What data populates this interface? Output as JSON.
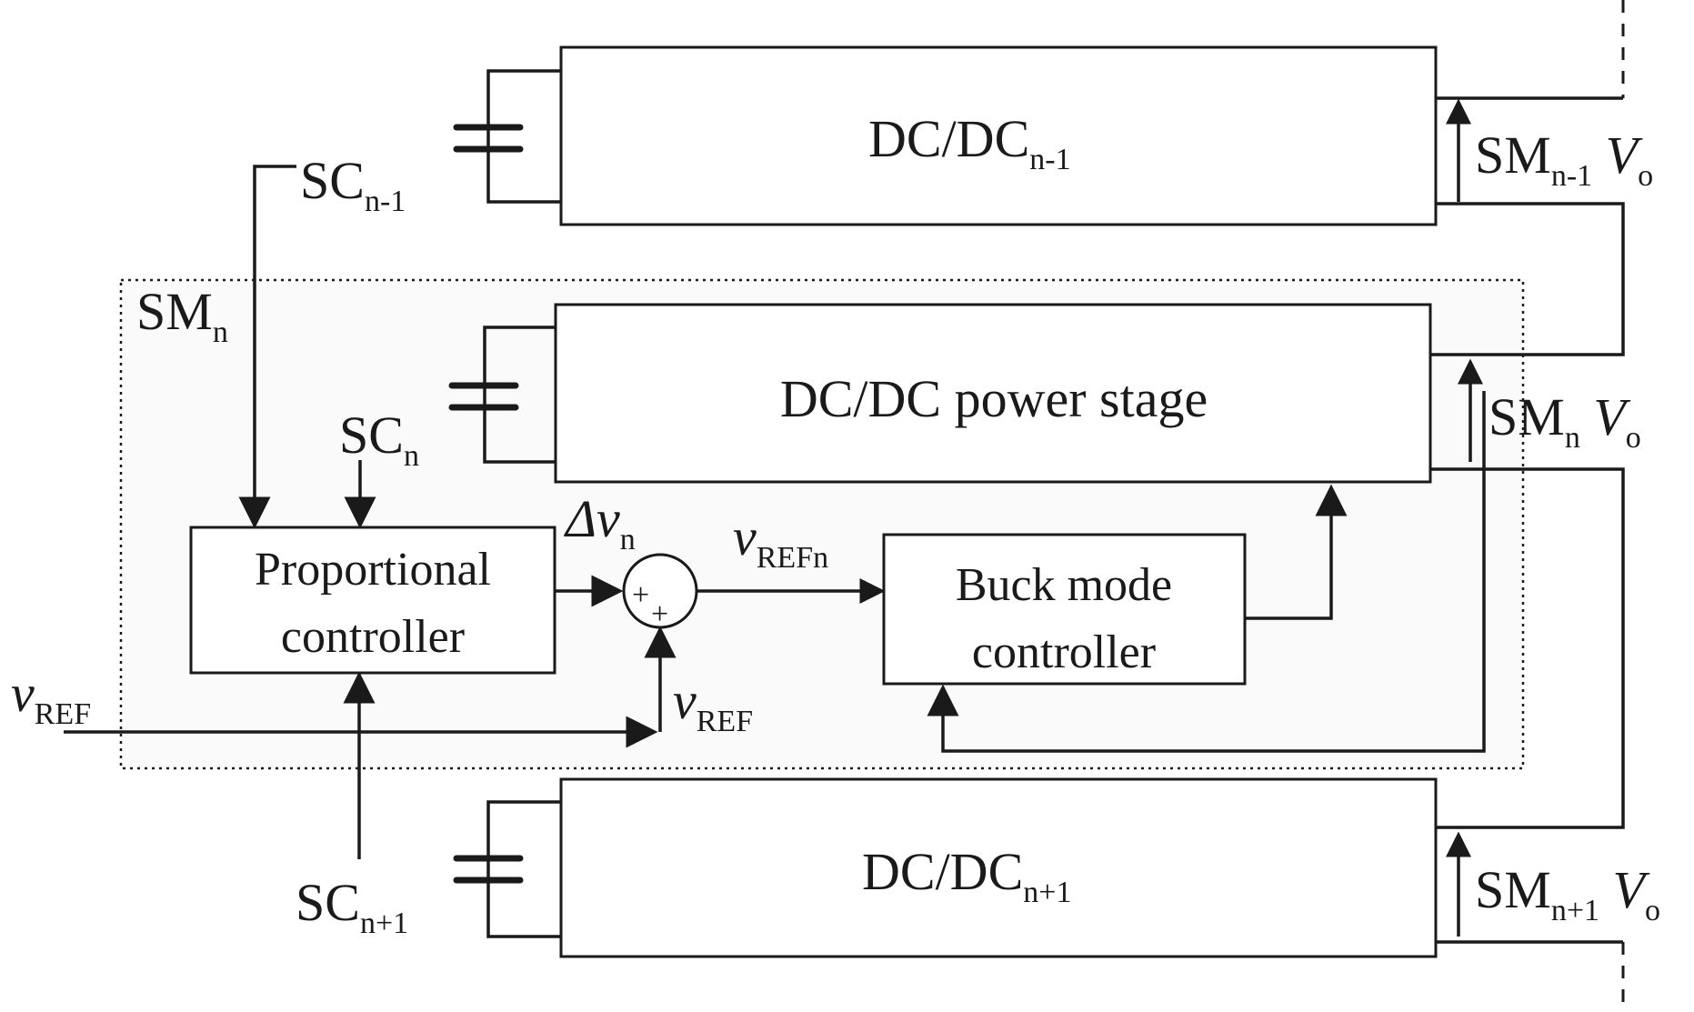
{
  "blocks": {
    "top_module": {
      "label": "DC/DC",
      "sub": "n-1"
    },
    "power_stage": {
      "label": "DC/DC power stage"
    },
    "bottom_module": {
      "label": "DC/DC",
      "sub": "n+1"
    },
    "proportional_controller": {
      "line1": "Proportional",
      "line2": "controller"
    },
    "buck_controller": {
      "line1": "Buck mode",
      "line2": "controller"
    }
  },
  "labels": {
    "sc_prev": {
      "main": "SC",
      "sub": "n-1"
    },
    "sc_curr": {
      "main": "SC",
      "sub": "n"
    },
    "sc_next": {
      "main": "SC",
      "sub": "n+1"
    },
    "sm_box": {
      "main": "SM",
      "sub": "n"
    },
    "sm_top_out": {
      "main": "SM",
      "sub": "n-1",
      "vo": "V",
      "vo_sub": "o"
    },
    "sm_mid_out": {
      "main": "SM",
      "sub": "n",
      "vo": "V",
      "vo_sub": "o"
    },
    "sm_bot_out": {
      "main": "SM",
      "sub": "n+1",
      "vo": "V",
      "vo_sub": "o"
    },
    "vref_in": {
      "main": "v",
      "sub": "REF"
    },
    "vref_sum": {
      "main": "v",
      "sub": "REF"
    },
    "vrefn": {
      "main": "v",
      "sub": "REFn"
    },
    "delta_v": {
      "main": "Δv",
      "sub": "n"
    },
    "sum_plus_1": "+",
    "sum_plus_2": "+"
  },
  "colors": {
    "stroke": "#1a1a1a",
    "background": "#ffffff",
    "submodule_fill": "#fafafa"
  }
}
